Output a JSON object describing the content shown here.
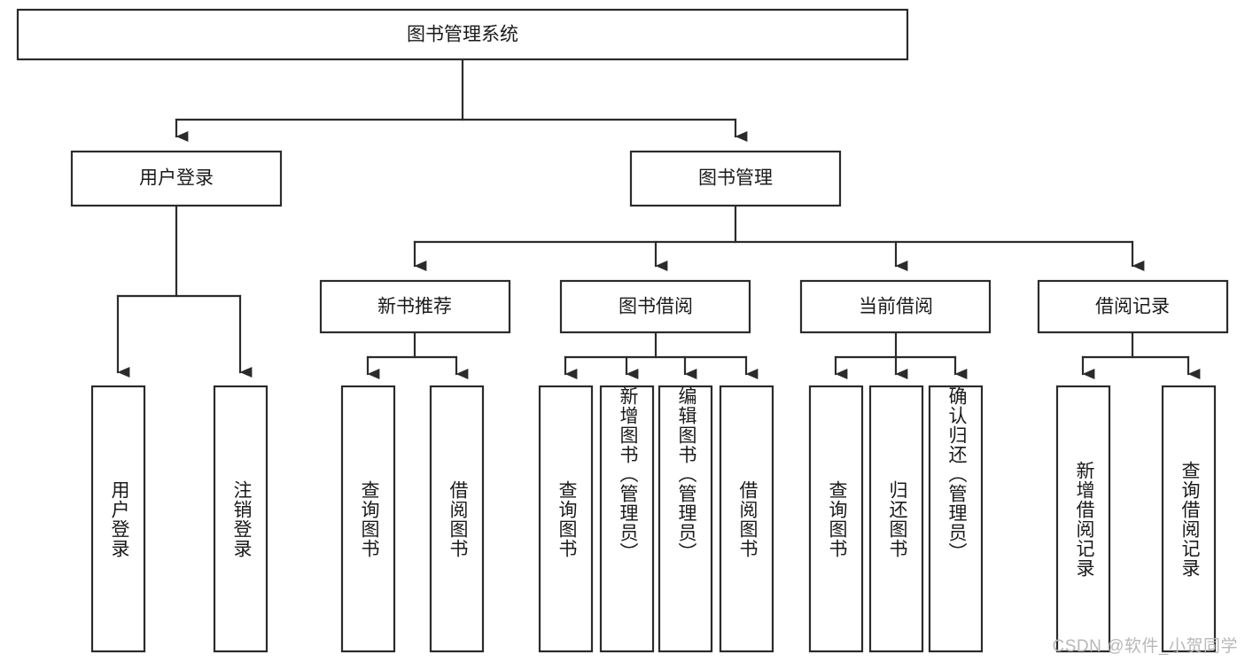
{
  "diagram": {
    "type": "tree-hierarchy",
    "title": "图书管理系统",
    "watermark": "CSDN @软件_小贺同学",
    "colors": {
      "box_fill": "#ffffff",
      "box_stroke": "#2b2b2b",
      "text": "#1a1a1a",
      "background": "#ffffff",
      "watermark": "#b8b8b8"
    },
    "levels": {
      "level1": [
        {
          "id": "root",
          "label": "图书管理系统"
        }
      ],
      "level2": [
        {
          "id": "user-login",
          "label": "用户登录"
        },
        {
          "id": "book-manage",
          "label": "图书管理"
        }
      ],
      "level3": [
        {
          "id": "new-book-rec",
          "label": "新书推荐",
          "parent": "book-manage"
        },
        {
          "id": "book-borrow",
          "label": "图书借阅",
          "parent": "book-manage"
        },
        {
          "id": "current-borrow",
          "label": "当前借阅",
          "parent": "book-manage"
        },
        {
          "id": "borrow-record",
          "label": "借阅记录",
          "parent": "book-manage"
        }
      ],
      "leaves": [
        {
          "id": "leaf-user-login",
          "label": "用户登录",
          "parent": "user-login"
        },
        {
          "id": "leaf-logout-login",
          "label": "注销登录",
          "parent": "user-login"
        },
        {
          "id": "leaf-query-book-1",
          "label": "查询图书",
          "parent": "new-book-rec"
        },
        {
          "id": "leaf-borrow-book-1",
          "label": "借阅图书",
          "parent": "new-book-rec"
        },
        {
          "id": "leaf-query-book-2",
          "label": "查询图书",
          "parent": "book-borrow"
        },
        {
          "id": "leaf-add-book",
          "label": "新增图书（管理员）",
          "parent": "book-borrow"
        },
        {
          "id": "leaf-edit-book",
          "label": "编辑图书（管理员）",
          "parent": "book-borrow"
        },
        {
          "id": "leaf-borrow-book-2",
          "label": "借阅图书",
          "parent": "book-borrow"
        },
        {
          "id": "leaf-query-book-3",
          "label": "查询图书",
          "parent": "current-borrow"
        },
        {
          "id": "leaf-return-book",
          "label": "归还图书",
          "parent": "current-borrow"
        },
        {
          "id": "leaf-confirm-return",
          "label": "确认归还（管理员）",
          "parent": "current-borrow"
        },
        {
          "id": "leaf-add-record",
          "label": "新增借阅记录",
          "parent": "borrow-record"
        },
        {
          "id": "leaf-query-record",
          "label": "查询借阅记录",
          "parent": "borrow-record"
        }
      ]
    }
  }
}
